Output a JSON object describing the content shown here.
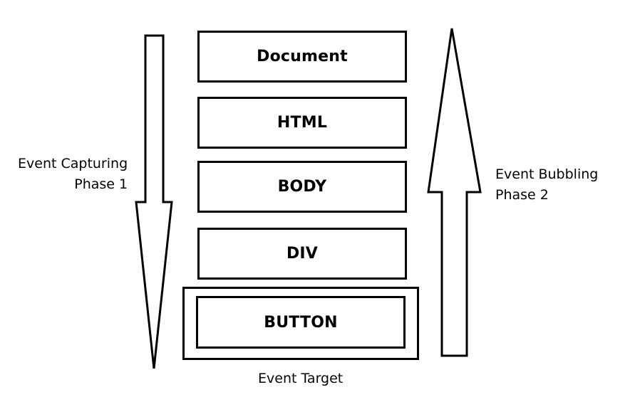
{
  "nodes": [
    {
      "label": "Document"
    },
    {
      "label": "HTML"
    },
    {
      "label": "BODY"
    },
    {
      "label": "DIV"
    },
    {
      "label": "BUTTON"
    }
  ],
  "capturing": {
    "title": "Event Capturing",
    "phase": "Phase 1",
    "direction": "down"
  },
  "bubbling": {
    "title": "Event Bubbling",
    "phase": "Phase 2",
    "direction": "up"
  },
  "target": {
    "label": "Event Target"
  },
  "colors": {
    "stroke": "#000000",
    "fill": "#ffffff"
  }
}
